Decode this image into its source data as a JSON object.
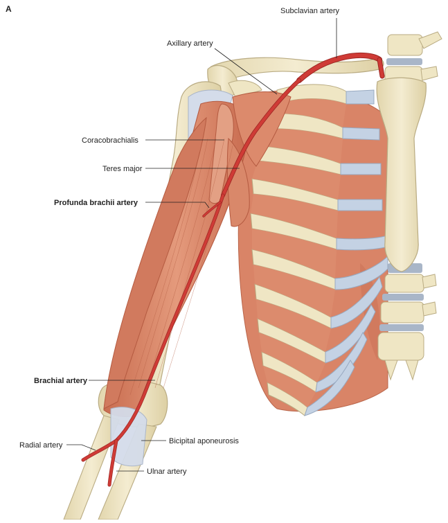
{
  "panel_letter": "A",
  "labels": {
    "subclavian_artery": "Subclavian artery",
    "axillary_artery": "Axillary artery",
    "coracobrachialis": "Coracobrachialis",
    "teres_major": "Teres major",
    "profunda_brachii_artery": "Profunda brachii artery",
    "brachial_artery": "Brachial artery",
    "radial_artery": "Radial artery",
    "bicipital_aponeurosis": "Bicipital aponeurosis",
    "ulnar_artery": "Ulnar artery"
  },
  "colors": {
    "bone": "#efe6c4",
    "bone_outline": "#b9ab82",
    "muscle": "#dc8a6c",
    "muscle_dark": "#c76a4e",
    "muscle_light": "#ecb096",
    "cartilage": "#c4d2e4",
    "tendon": "#d4dcea",
    "artery": "#cf3b36",
    "artery_dark": "#9c2622",
    "disc": "#a9b6c8"
  }
}
